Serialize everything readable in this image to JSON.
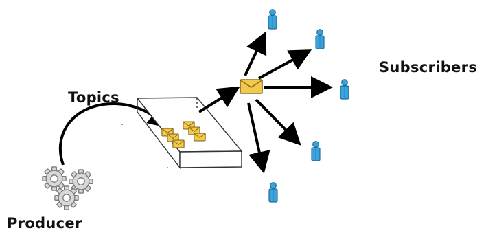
{
  "labels": {
    "producer": "Producer",
    "topics": "Topics",
    "subscribers": "Subscribers"
  },
  "colors": {
    "line": "#000000",
    "envelope_fill": "#f2c94c",
    "envelope_stroke": "#8a6d1a",
    "person_fill": "#3aa3db",
    "person_stroke": "#1f6d99",
    "gear_fill": "#d8d8d8",
    "gear_stroke": "#7a7a7a"
  },
  "icons": {
    "producer": "gear-icon",
    "message": "envelope-icon",
    "subscriber": "person-icon"
  }
}
